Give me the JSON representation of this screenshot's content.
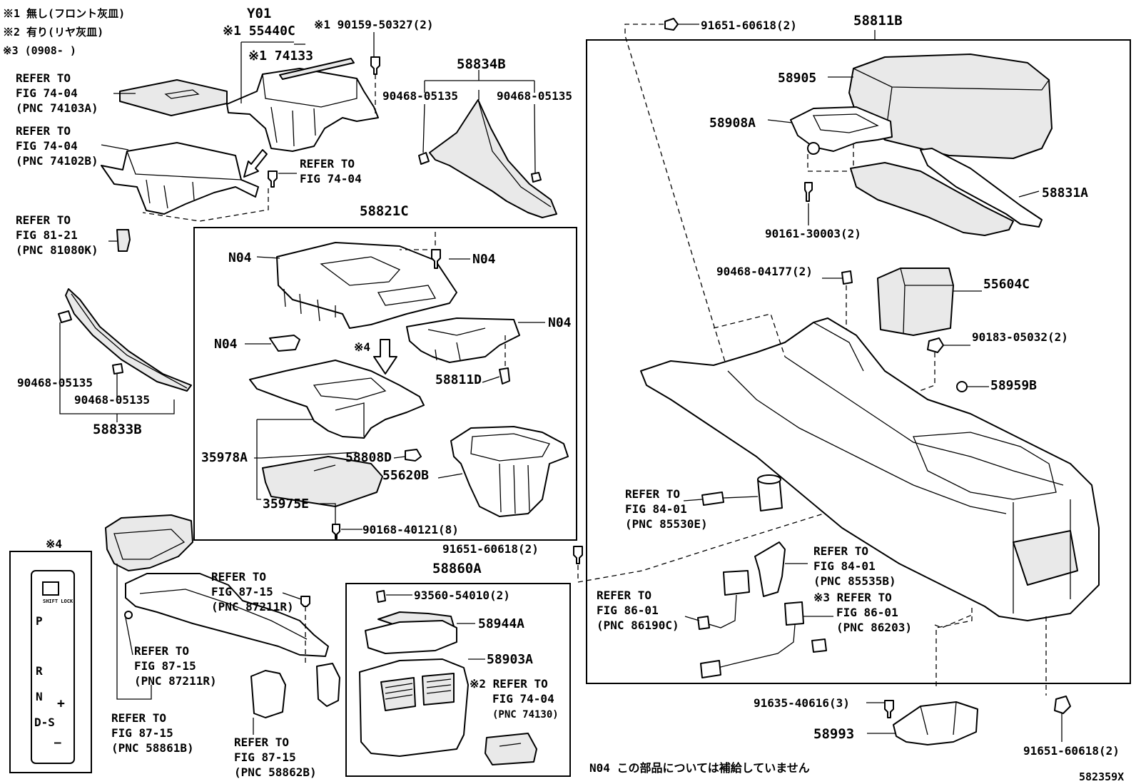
{
  "notes": {
    "n1": "※1 無し(フロント灰皿)",
    "n2": "※2 有り(リヤ灰皿)",
    "n3": "※3 (0908-      )",
    "footer_note": "N04   この部品については補給していません",
    "figure_code": "582359X",
    "shift_panel_title": "※4"
  },
  "shift_panel": {
    "lock_label": "SHIFT LOCK",
    "positions": [
      "P",
      "R",
      "N",
      "D-S"
    ],
    "plus": "+",
    "minus": "—"
  },
  "labels": {
    "y01": "Y01",
    "p55440c": "※1 55440C",
    "p90159": "※1 90159-50327(2)",
    "p74133": "※1 74133",
    "ref_74103a_1": "REFER TO",
    "ref_74103a_2": "FIG 74-04",
    "ref_74103a_3": "(PNC 74103A)",
    "ref_74102b_1": "REFER TO",
    "ref_74102b_2": "FIG 74-04",
    "ref_74102b_3": "(PNC 74102B)",
    "ref_7404_1": "REFER TO",
    "ref_7404_2": "FIG 74-04",
    "ref_81080k_1": "REFER TO",
    "ref_81080k_2": "FIG 81-21",
    "ref_81080k_3": "(PNC 81080K)",
    "p58834b": "58834B",
    "p90468_a": "90468-05135",
    "p90468_b": "90468-05135",
    "p58821c": "58821C",
    "n04_a": "N04",
    "n04_b": "N04",
    "n04_c": "N04",
    "n04_d": "N04",
    "star4": "※4",
    "p58811d": "58811D",
    "p35978a": "35978A",
    "p58808d": "58808D",
    "p55620b": "55620B",
    "p35975e": "35975E",
    "p90168": "90168-40121(8)",
    "p90468_c": "90468-05135",
    "p90468_d": "90468-05135",
    "p58833b": "58833B",
    "p91651_top": "91651-60618(2)",
    "p58811b": "58811B",
    "p58905": "58905",
    "p58908a": "58908A",
    "p58831a": "58831A",
    "p90161": "90161-30003(2)",
    "p90468_04177": "90468-04177(2)",
    "p55604c": "55604C",
    "p90183": "90183-05032(2)",
    "p58959b": "58959B",
    "ref_85530e_1": "REFER TO",
    "ref_85530e_2": "FIG 84-01",
    "ref_85530e_3": "(PNC 85530E)",
    "ref_85535b_1": "REFER TO",
    "ref_85535b_2": "FIG 84-01",
    "ref_85535b_3": "(PNC 85535B)",
    "ref_86190c_1": "REFER TO",
    "ref_86190c_2": "FIG 86-01",
    "ref_86190c_3": "(PNC 86190C)",
    "ref_86203_1": "※3 REFER TO",
    "ref_86203_2": "FIG 86-01",
    "ref_86203_3": "(PNC 86203)",
    "p91651_mid": "91651-60618(2)",
    "p58860a": "58860A",
    "ref_87211r_a1": "REFER TO",
    "ref_87211r_a2": "FIG 87-15",
    "ref_87211r_a3": "(PNC 87211R)",
    "ref_87211r_b1": "REFER TO",
    "ref_87211r_b2": "FIG 87-15",
    "ref_87211r_b3": "(PNC 87211R)",
    "ref_58861b_1": "REFER TO",
    "ref_58861b_2": "FIG 87-15",
    "ref_58861b_3": "(PNC 58861B)",
    "ref_58862b_1": "REFER TO",
    "ref_58862b_2": "FIG 87-15",
    "ref_58862b_3": "(PNC 58862B)",
    "p93560": "93560-54010(2)",
    "p58944a": "58944A",
    "p58903a": "58903A",
    "ref_74130_1": "※2 REFER TO",
    "ref_74130_2": "FIG 74-04",
    "ref_74130_3": "(PNC 74130)",
    "p91635": "91635-40616(3)",
    "p58993": "58993",
    "p91651_bot": "91651-60618(2)"
  }
}
